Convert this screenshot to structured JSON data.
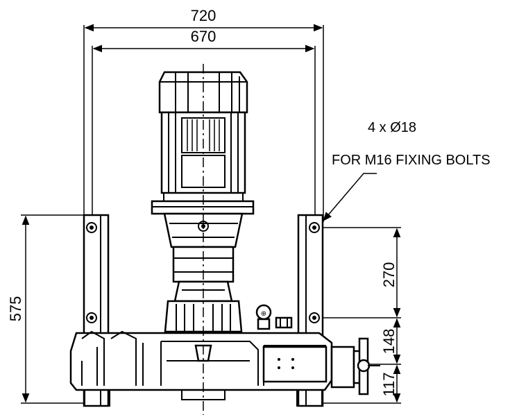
{
  "dimensions": {
    "overall_width": "720",
    "base_width": "670",
    "height": "575",
    "bracket_spacing": "270",
    "bracket_to_base": "148",
    "base_to_floor": "117"
  },
  "note": {
    "holes": "4 x Ø18",
    "bolts": "FOR M16 FIXING BOLTS"
  }
}
